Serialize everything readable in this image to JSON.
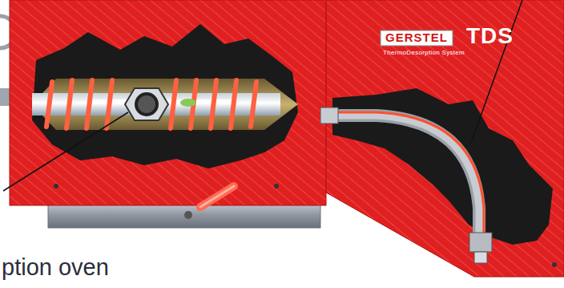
{
  "diagram": {
    "labels": [
      "GERSTEL",
      "TDS",
      "ThermoDesorption System",
      "ption oven"
    ]
  }
}
